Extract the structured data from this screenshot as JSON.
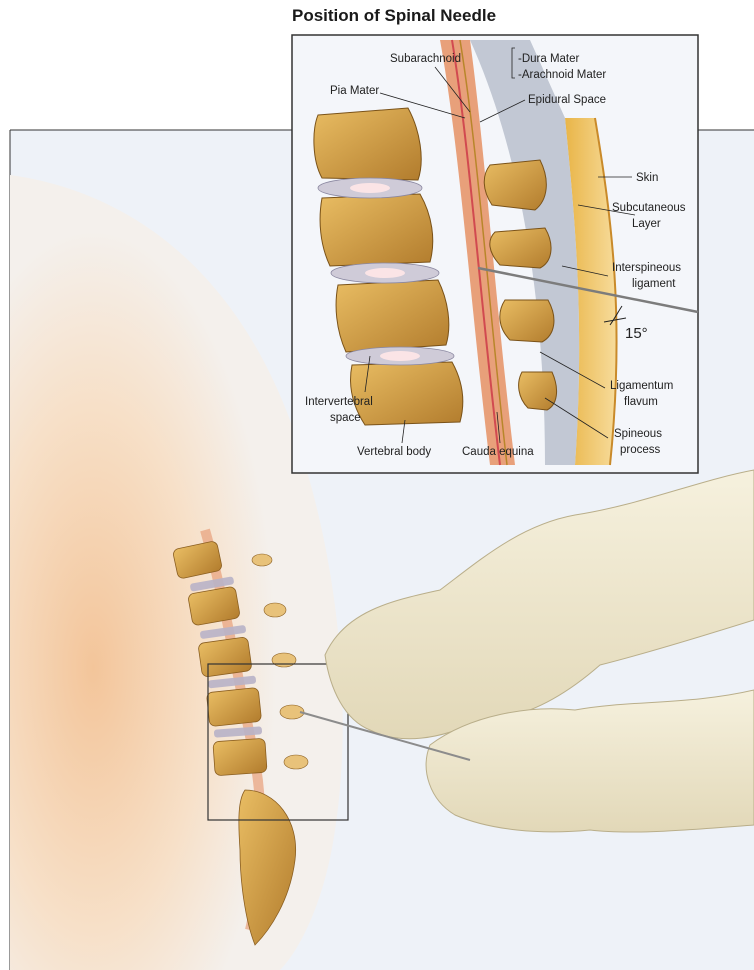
{
  "title": "Position of Spinal Needle",
  "labels": {
    "subarachnoid": "Subarachnoid",
    "dura_mater": "-Dura Mater",
    "arachnoid_mater": "-Arachnoid Mater",
    "pia_mater": "Pia Mater",
    "epidural_space": "Epidural Space",
    "skin": "Skin",
    "subcutaneous_1": "Subcutaneous",
    "subcutaneous_2": "Layer",
    "interspinous_1": "Interspineous",
    "interspinous_2": "ligament",
    "angle": "15°",
    "ligamentum_1": "Ligamentum",
    "ligamentum_2": "flavum",
    "intervertebral_1": "Intervertebral",
    "intervertebral_2": "space",
    "spineous_1": "Spineous",
    "spineous_2": "process",
    "vertebral_body": "Vertebral body",
    "cauda_equina": "Cauda equina"
  },
  "colors": {
    "bone": "#d9a64a",
    "bone_dark": "#a87428",
    "disc": "#b9b3c8",
    "nerve": "#e8a07a",
    "fat": "#f2c46a",
    "glove": "#f1ead2",
    "skin_tint": "#f6d0a8",
    "background": "#eef2f8"
  }
}
